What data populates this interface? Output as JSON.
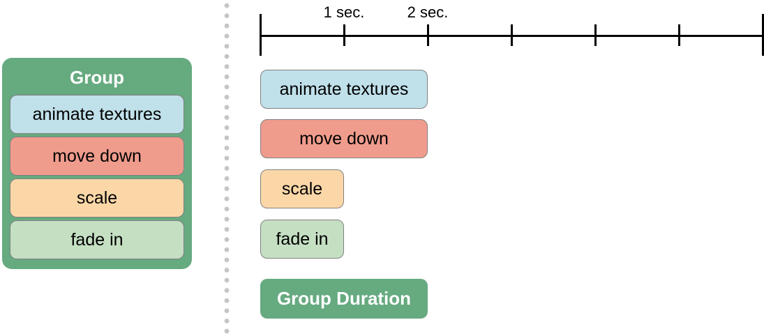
{
  "colors": {
    "panel_green": "#66aa80",
    "blue": "#c0e0ea",
    "salmon": "#f09c8d",
    "peach": "#fbd7a8",
    "light_green": "#c5dfc3",
    "border_gray": "#808080",
    "dot_gray": "#c5c5c5",
    "axis_black": "#000000",
    "title_white": "#ffffff"
  },
  "group_panel": {
    "title": "Group",
    "items": [
      {
        "id": "animate-textures",
        "label": "animate textures",
        "color": "blue"
      },
      {
        "id": "move-down",
        "label": "move down",
        "color": "salmon"
      },
      {
        "id": "scale",
        "label": "scale",
        "color": "peach"
      },
      {
        "id": "fade-in",
        "label": "fade in",
        "color": "light_green"
      }
    ]
  },
  "timeline": {
    "total_seconds": 6,
    "seconds_per_tick": 1,
    "labeled_ticks": [
      {
        "second": 1,
        "label": "1 sec."
      },
      {
        "second": 2,
        "label": "2 sec."
      }
    ]
  },
  "duration_bars": [
    {
      "id": "animate-textures",
      "label": "animate textures",
      "seconds": 2,
      "color": "blue",
      "emphasis": false
    },
    {
      "id": "move-down",
      "label": "move down",
      "seconds": 2,
      "color": "salmon",
      "emphasis": false
    },
    {
      "id": "scale",
      "label": "scale",
      "seconds": 1,
      "color": "peach",
      "emphasis": false
    },
    {
      "id": "fade-in",
      "label": "fade in",
      "seconds": 1,
      "color": "light_green",
      "emphasis": false
    },
    {
      "id": "group-duration",
      "label": "Group Duration",
      "seconds": 2,
      "color": "panel_green",
      "emphasis": true
    }
  ]
}
